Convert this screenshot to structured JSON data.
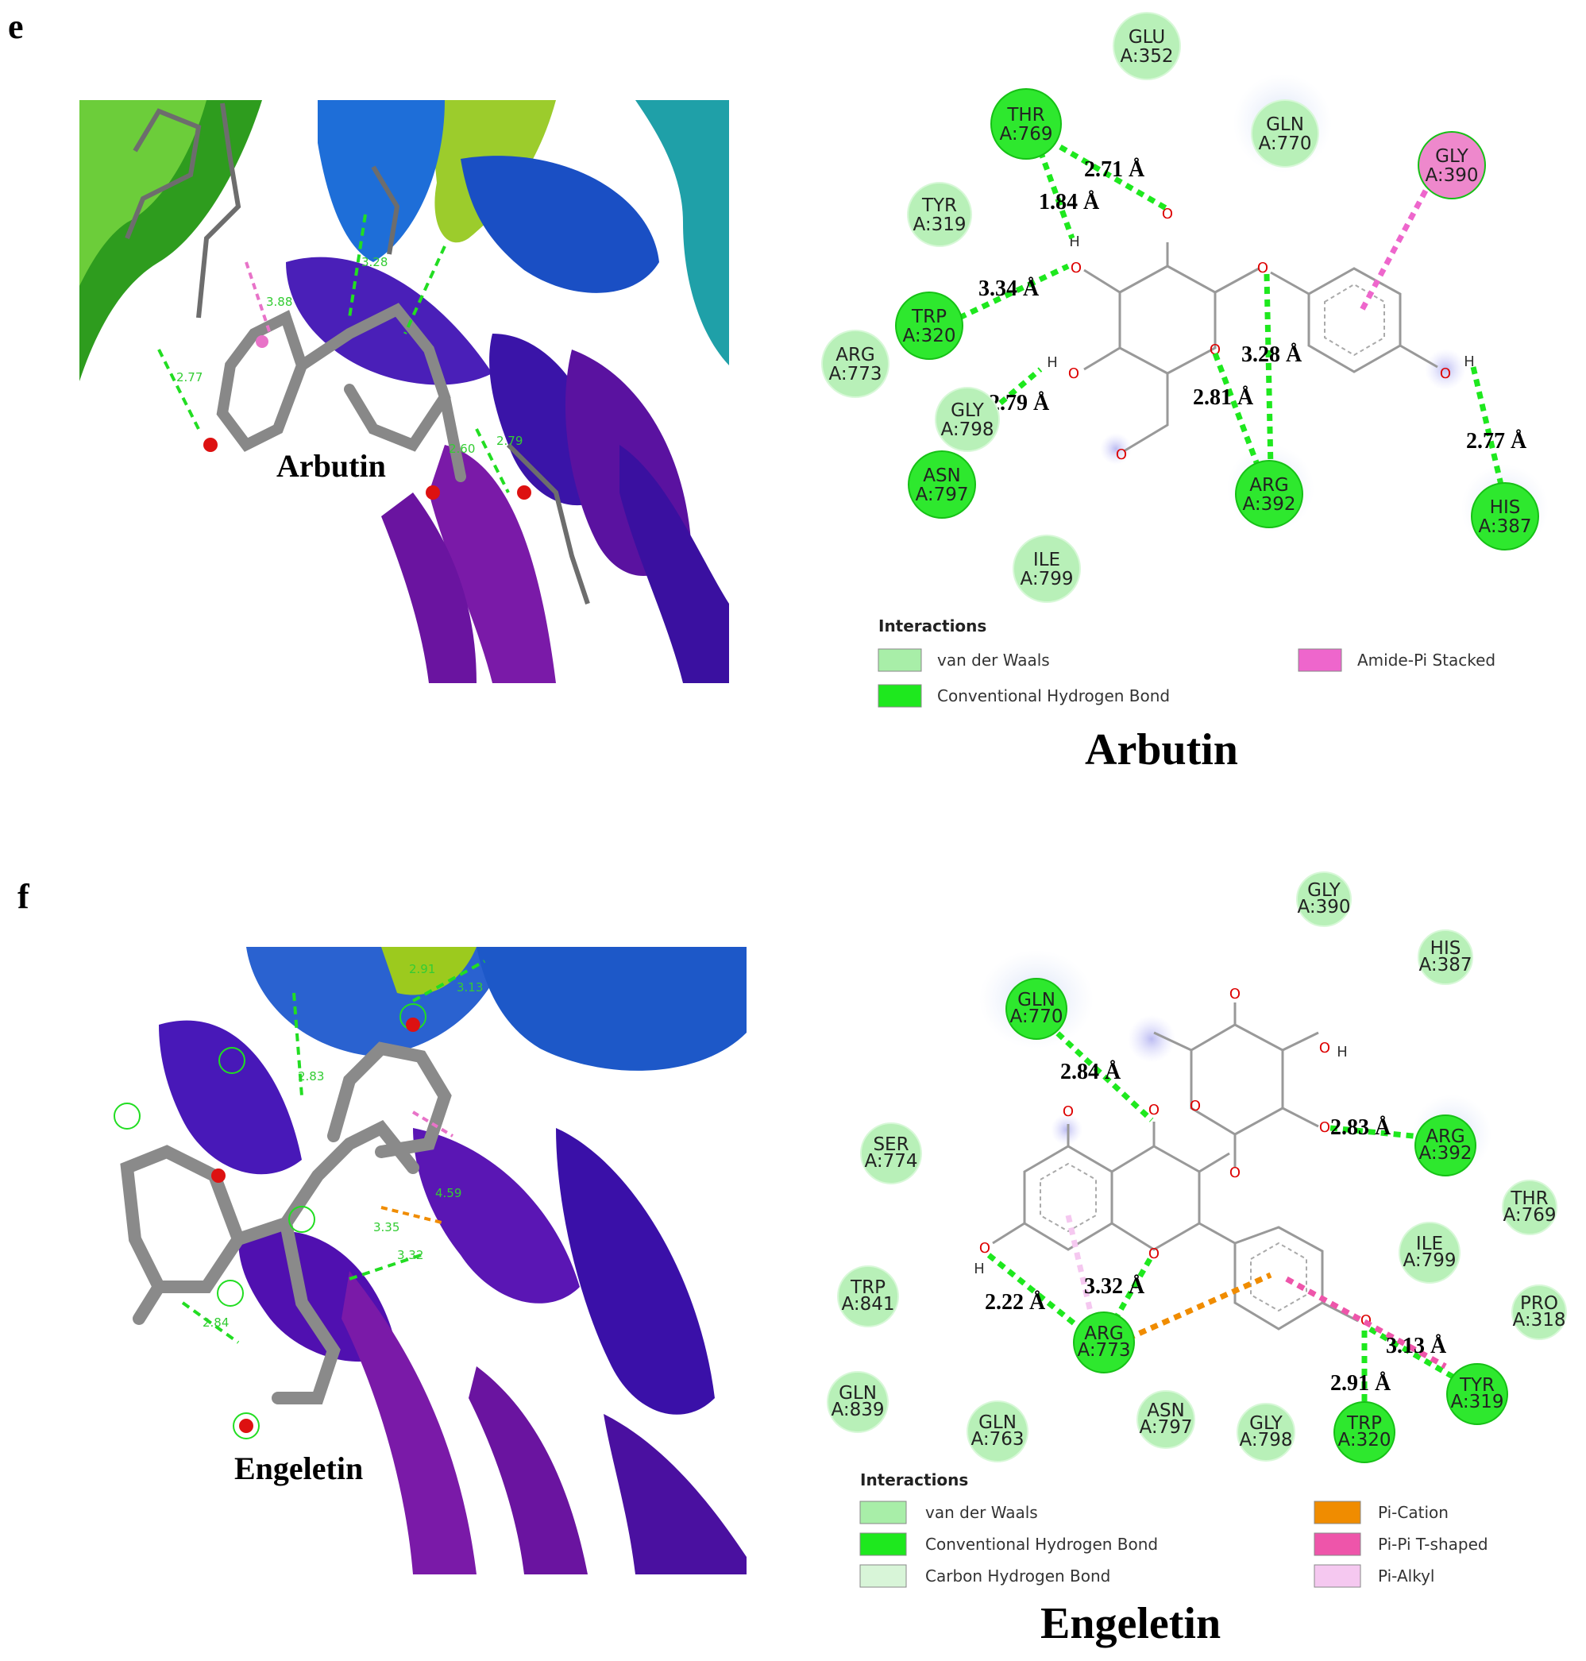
{
  "panels": {
    "e": {
      "letter": "e",
      "render_ligand_label": "Arbutin",
      "title": "Arbutin",
      "residues": [
        {
          "name": "GLU",
          "id": "A:352",
          "type": "vdw"
        },
        {
          "name": "THR",
          "id": "A:769",
          "type": "hbond"
        },
        {
          "name": "GLN",
          "id": "A:770",
          "type": "vdw"
        },
        {
          "name": "GLY",
          "id": "A:390",
          "type": "amide_pi"
        },
        {
          "name": "TYR",
          "id": "A:319",
          "type": "vdw"
        },
        {
          "name": "TRP",
          "id": "A:320",
          "type": "hbond"
        },
        {
          "name": "ARG",
          "id": "A:773",
          "type": "vdw"
        },
        {
          "name": "GLY",
          "id": "A:798",
          "type": "vdw"
        },
        {
          "name": "ASN",
          "id": "A:797",
          "type": "hbond"
        },
        {
          "name": "ARG",
          "id": "A:392",
          "type": "hbond"
        },
        {
          "name": "HIS",
          "id": "A:387",
          "type": "hbond"
        },
        {
          "name": "ILE",
          "id": "A:799",
          "type": "vdw"
        }
      ],
      "distances": [
        "2.71 Å",
        "1.84 Å",
        "3.34 Å",
        "2.79 Å",
        "3.28 Å",
        "2.81 Å",
        "2.77 Å"
      ],
      "render_distances": [
        "3.28",
        "2.77",
        "3.88",
        "2.60",
        "2.79"
      ],
      "legend": {
        "heading": "Interactions",
        "items": [
          {
            "label": "van der Waals",
            "color": "#a8eea8"
          },
          {
            "label": "Conventional Hydrogen Bond",
            "color": "#1ee81e"
          },
          {
            "label": "Amide-Pi Stacked",
            "color": "#ee66cc"
          }
        ]
      }
    },
    "f": {
      "letter": "f",
      "render_ligand_label": "Engeletin",
      "title": "Engeletin",
      "residues": [
        {
          "name": "GLY",
          "id": "A:390",
          "type": "vdw"
        },
        {
          "name": "HIS",
          "id": "A:387",
          "type": "vdw"
        },
        {
          "name": "GLN",
          "id": "A:770",
          "type": "hbond"
        },
        {
          "name": "SER",
          "id": "A:774",
          "type": "vdw"
        },
        {
          "name": "ARG",
          "id": "A:392",
          "type": "hbond"
        },
        {
          "name": "THR",
          "id": "A:769",
          "type": "vdw"
        },
        {
          "name": "ILE",
          "id": "A:799",
          "type": "vdw"
        },
        {
          "name": "PRO",
          "id": "A:318",
          "type": "vdw"
        },
        {
          "name": "TRP",
          "id": "A:841",
          "type": "vdw"
        },
        {
          "name": "ARG",
          "id": "A:773",
          "type": "hbond"
        },
        {
          "name": "TYR",
          "id": "A:319",
          "type": "hbond"
        },
        {
          "name": "GLN",
          "id": "A:839",
          "type": "vdw"
        },
        {
          "name": "GLN",
          "id": "A:763",
          "type": "vdw"
        },
        {
          "name": "ASN",
          "id": "A:797",
          "type": "vdw"
        },
        {
          "name": "GLY",
          "id": "A:798",
          "type": "vdw"
        },
        {
          "name": "TRP",
          "id": "A:320",
          "type": "hbond"
        }
      ],
      "distances": [
        "2.84 Å",
        "2.83 Å",
        "2.22 Å",
        "3.32 Å",
        "3.13 Å",
        "2.91 Å"
      ],
      "render_distances": [
        "2.83",
        "2.84",
        "4.59",
        "3.35",
        "3.32",
        "2.91",
        "3.13"
      ],
      "legend": {
        "heading": "Interactions",
        "items": [
          {
            "label": "van der Waals",
            "color": "#a8eea8"
          },
          {
            "label": "Conventional Hydrogen Bond",
            "color": "#1ee81e"
          },
          {
            "label": "Carbon Hydrogen Bond",
            "color": "#d8f5d8"
          },
          {
            "label": "Pi-Cation",
            "color": "#f08c00"
          },
          {
            "label": "Pi-Pi T-shaped",
            "color": "#ee55aa"
          },
          {
            "label": "Pi-Alkyl",
            "color": "#f5c8f0"
          }
        ]
      }
    }
  },
  "atoms": {
    "O": "O",
    "H": "H"
  }
}
